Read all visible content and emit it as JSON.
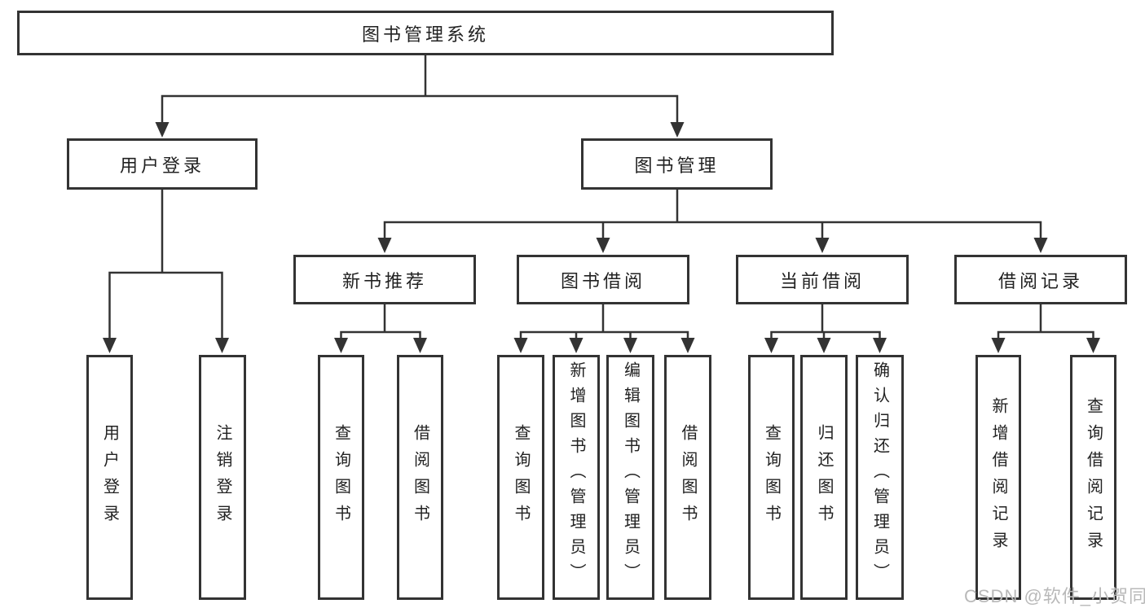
{
  "diagram": {
    "root": {
      "label": "图书管理系统"
    },
    "level2": {
      "user_login": {
        "label": "用户登录"
      },
      "book_management": {
        "label": "图书管理"
      }
    },
    "level3": {
      "new_book_recommend": {
        "label": "新书推荐"
      },
      "book_borrowing": {
        "label": "图书借阅"
      },
      "current_borrowing": {
        "label": "当前借阅"
      },
      "borrowing_records": {
        "label": "借阅记录"
      }
    },
    "leaves": {
      "user_login": {
        "label": "用户登录"
      },
      "logout": {
        "label": "注销登录"
      },
      "recommend_query_book": {
        "label": "查询图书"
      },
      "recommend_borrow_book": {
        "label": "借阅图书"
      },
      "borrowing_query_book": {
        "label": "查询图书"
      },
      "borrowing_add_book_admin": {
        "label": "新增图书（管理员）"
      },
      "borrowing_edit_book_admin": {
        "label": "编辑图书（管理员）"
      },
      "borrowing_borrow_book": {
        "label": "借阅图书"
      },
      "current_query_book": {
        "label": "查询图书"
      },
      "current_return_book": {
        "label": "归还图书"
      },
      "current_confirm_return_admin": {
        "label": "确认归还（管理员）"
      },
      "records_add_record": {
        "label": "新增借阅记录"
      },
      "records_query_record": {
        "label": "查询借阅记录"
      }
    }
  },
  "watermark": {
    "text": "CSDN @软件_小贺同学"
  },
  "colors": {
    "line": "#333333",
    "text": "#222222",
    "watermark": "#b9b9b9",
    "background": "#ffffff"
  }
}
